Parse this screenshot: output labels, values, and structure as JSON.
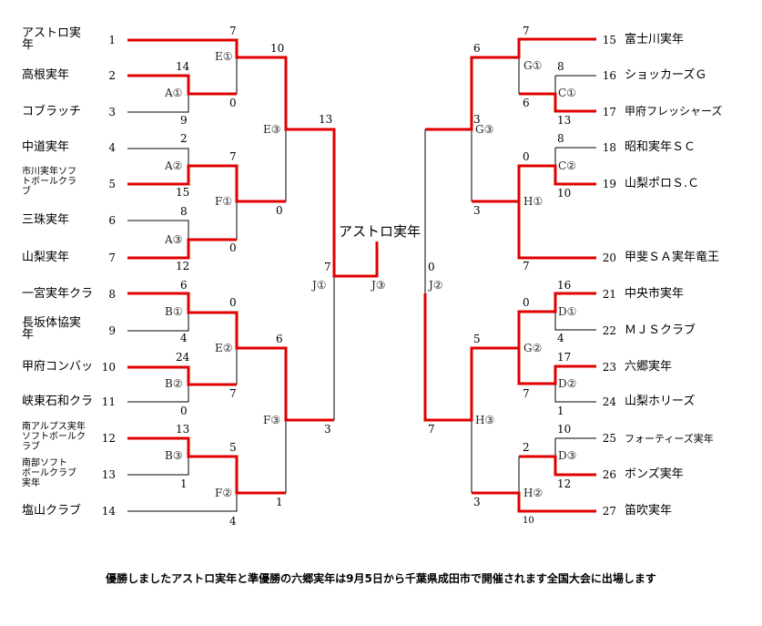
{
  "left_teams": [
    {
      "seed": "1",
      "name": "アストロ実\n年"
    },
    {
      "seed": "2",
      "name": "高根実年"
    },
    {
      "seed": "3",
      "name": "コブラッチ"
    },
    {
      "seed": "4",
      "name": "中道実年"
    },
    {
      "seed": "5",
      "name": "市川実年ソフ\nトボールクラ\nブ"
    },
    {
      "seed": "6",
      "name": "三珠実年"
    },
    {
      "seed": "7",
      "name": "山梨実年"
    },
    {
      "seed": "8",
      "name": "一宮実年クラ"
    },
    {
      "seed": "9",
      "name": "長坂体協実\n年"
    },
    {
      "seed": "10",
      "name": "甲府コンバッ"
    },
    {
      "seed": "11",
      "name": "峡東石和クラ"
    },
    {
      "seed": "12",
      "name": "南アルプス実年\nソフトボールク\nラブ"
    },
    {
      "seed": "13",
      "name": "南部ソフト\nボールクラブ\n実年"
    },
    {
      "seed": "14",
      "name": "塩山クラブ"
    }
  ],
  "right_teams": [
    {
      "seed": "15",
      "name": "富士川実年"
    },
    {
      "seed": "16",
      "name": "ショッカーズＧ"
    },
    {
      "seed": "17",
      "name": "甲府フレッシャーズ"
    },
    {
      "seed": "18",
      "name": "昭和実年ＳＣ"
    },
    {
      "seed": "19",
      "name": "山梨ポロＳ.Ｃ"
    },
    {
      "seed": "20",
      "name": "甲斐ＳＡ実年竜王"
    },
    {
      "seed": "21",
      "name": "中央市実年"
    },
    {
      "seed": "22",
      "name": "ＭＪＳクラブ"
    },
    {
      "seed": "23",
      "name": "六郷実年"
    },
    {
      "seed": "24",
      "name": "山梨ホリーズ"
    },
    {
      "seed": "25",
      "name": "フォーティーズ実年"
    },
    {
      "seed": "26",
      "name": "ボンズ実年"
    },
    {
      "seed": "27",
      "name": "笛吹実年"
    }
  ],
  "matches": {
    "A1": "A①",
    "A2": "A②",
    "A3": "A③",
    "B1": "B①",
    "B2": "B②",
    "B3": "B③",
    "C1": "C①",
    "C2": "C②",
    "D1": "D①",
    "D2": "D②",
    "D3": "D③",
    "E1": "E①",
    "E2": "E②",
    "E3": "E③",
    "F1": "F①",
    "F2": "F②",
    "F3": "F③",
    "G1": "G①",
    "G2": "G②",
    "G3": "G③",
    "H1": "H①",
    "H2": "H②",
    "H3": "H③",
    "J1": "J①",
    "J2": "J②",
    "J3": "J③"
  },
  "scores": {
    "s_e1_top": "7",
    "s_e1_bot": "0",
    "s_a1_top": "14",
    "s_a1_bot": "9",
    "s_e3_top": "10",
    "s_e3_mid": "13",
    "s_a2_top": "2",
    "s_a2_bot": "15",
    "s_f1_top": "7",
    "s_f1_bot": "0",
    "s_a3_top": "8",
    "s_a3_bot": "12",
    "s_f1b": "0",
    "s_j1_top": "7",
    "s_b1_top": "6",
    "s_b1_bot": "4",
    "s_e2_top": "0",
    "s_e2_bot": "7",
    "s_b2_top": "24",
    "s_b2_bot": "0",
    "s_f3_top": "6",
    "s_f3_bot": "3",
    "s_b3_top": "13",
    "s_b3_bot": "1",
    "s_f2_top": "5",
    "s_f2_bot": "1",
    "s_f2_14": "4",
    "s_g3_top": "6",
    "s_g3_c": "3",
    "s_g1_top": "7",
    "s_g1_bot": "6",
    "s_c1_top": "8",
    "s_c1_bot": "13",
    "s_c2_top": "8",
    "s_c2_bot": "10",
    "s_h1_top": "0",
    "s_h1_bot": "3",
    "s_h1_20": "7",
    "s_j2_top": "0",
    "s_j2_bot": "7",
    "s_d1_top": "16",
    "s_d1_bot": "4",
    "s_g2_top": "0",
    "s_g2_bot": "7",
    "s_d2_top": "17",
    "s_d2_bot": "1",
    "s_h3_top": "5",
    "s_h3_bot": "3",
    "s_d3_top": "10",
    "s_d3_bot": "12",
    "s_h2_top": "2",
    "s_h2_bot": "10"
  },
  "champion": "アストロ実年",
  "footer": "優勝しましたアストロ実年と準優勝の六郷実年は9月5日から千葉県成田市で開催されます全国大会に出場します",
  "colors": {
    "win": "#e00000",
    "line": "#000000"
  }
}
